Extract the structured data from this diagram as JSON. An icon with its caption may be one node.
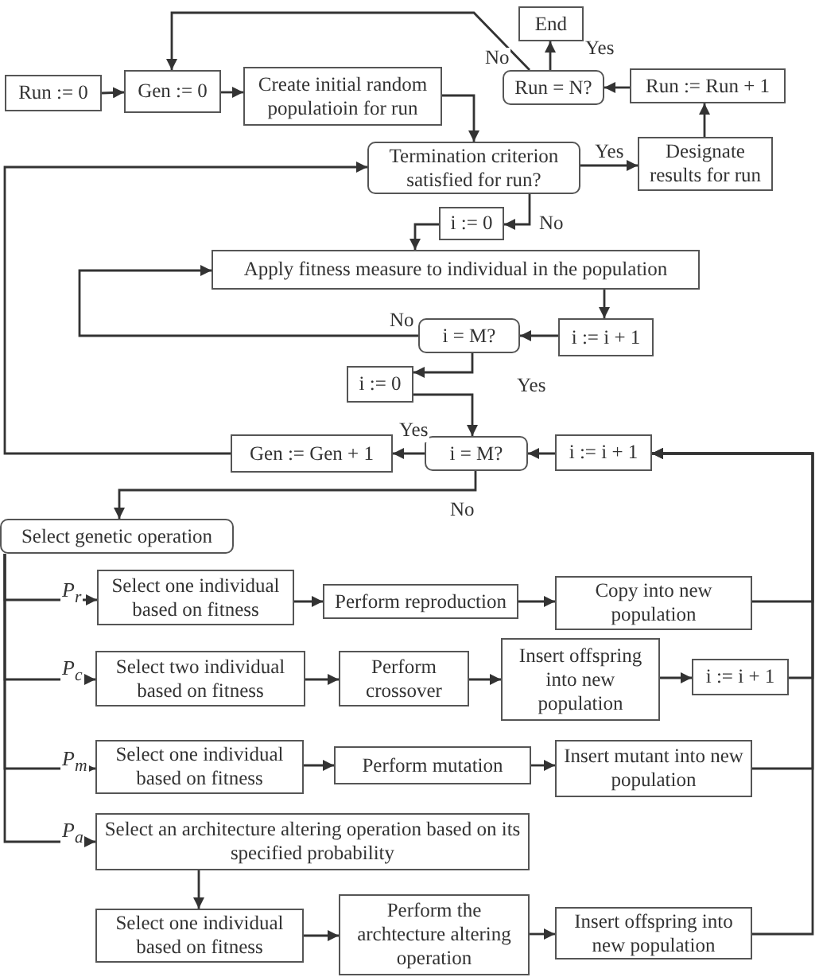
{
  "diagram": {
    "nodes": [
      {
        "text": [
          "Run := 0"
        ]
      },
      {
        "text": [
          "Gen := 0"
        ]
      },
      {
        "text": [
          "Create initial random populatioin for run"
        ]
      },
      {
        "text": [
          "End"
        ]
      },
      {
        "text": [
          "Run = N?"
        ]
      },
      {
        "text": [
          "Run := Run + 1"
        ]
      },
      {
        "text": [
          "Termination criterion satisfied for run?"
        ]
      },
      {
        "text": [
          "Designate results for run"
        ]
      },
      {
        "text": [
          "i := 0"
        ]
      },
      {
        "text": [
          "Apply fitness measure to individual in the population"
        ]
      },
      {
        "text": [
          "i = M?"
        ]
      },
      {
        "text": [
          "i := i + 1"
        ]
      },
      {
        "text": [
          "i := 0"
        ]
      },
      {
        "text": [
          "Gen := Gen + 1"
        ]
      },
      {
        "text": [
          "i = M?"
        ]
      },
      {
        "text": [
          "i := i + 1"
        ]
      },
      {
        "text": [
          "Select genetic operation"
        ]
      },
      {
        "text": [
          "Select one individual based on fitness"
        ]
      },
      {
        "text": [
          "Perform reproduction"
        ]
      },
      {
        "text": [
          "Copy into new population"
        ]
      },
      {
        "text": [
          "Select two individual based on fitness"
        ]
      },
      {
        "text": [
          "Perform crossover"
        ]
      },
      {
        "text": [
          "Insert offspring into new population"
        ]
      },
      {
        "text": [
          "i := i + 1"
        ]
      },
      {
        "text": [
          "Select one individual based on fitness"
        ]
      },
      {
        "text": [
          "Perform mutation"
        ]
      },
      {
        "text": [
          "Insert mutant into new population"
        ]
      },
      {
        "text": [
          "Select an architecture altering operation based on its specified probability"
        ]
      },
      {
        "text": [
          "Select one individual based on fitness"
        ]
      },
      {
        "text": [
          "Perform the archtecture altering operation"
        ]
      },
      {
        "text": [
          "Insert offspring into new population"
        ]
      }
    ],
    "edges": [
      {
        "from": 0,
        "to": 1,
        "arrow": "to"
      },
      {
        "from": 1,
        "to": 2,
        "arrow": "to"
      },
      {
        "from": 2,
        "to": 6,
        "arrow": "to"
      },
      {
        "from": 6,
        "to": 7,
        "arrow": "to",
        "label": "Yes"
      },
      {
        "from": 7,
        "to": 5,
        "arrow": "to"
      },
      {
        "from": 5,
        "to": 4,
        "arrow": "to"
      },
      {
        "from": 4,
        "to": 3,
        "arrow": "to",
        "label": "Yes"
      },
      {
        "from": 4,
        "to": 1,
        "arrow": "to",
        "label": "No"
      },
      {
        "from": 6,
        "to": 8,
        "arrow": "to",
        "label": "No"
      },
      {
        "from": 8,
        "to": 9,
        "arrow": "to"
      },
      {
        "from": 9,
        "to": 11,
        "arrow": "to"
      },
      {
        "from": 11,
        "to": 10,
        "arrow": "to"
      },
      {
        "from": 10,
        "to": 9,
        "arrow": "to",
        "label": "No"
      },
      {
        "from": 10,
        "to": 12,
        "arrow": "to",
        "label": "Yes"
      },
      {
        "from": 12,
        "to": 14,
        "arrow": "to"
      },
      {
        "from": 15,
        "to": 14,
        "arrow": "to"
      },
      {
        "from": 14,
        "to": 13,
        "arrow": "to",
        "label": "Yes"
      },
      {
        "from": 13,
        "to": 6,
        "arrow": "to"
      },
      {
        "from": 14,
        "to": 16,
        "arrow": "to",
        "label": "No"
      },
      {
        "from": 16,
        "to": 17,
        "arrow": "to",
        "label": "P$_{r}$"
      },
      {
        "from": 16,
        "to": 20,
        "arrow": "to",
        "label": "P$_{c}$"
      },
      {
        "from": 16,
        "to": 24,
        "arrow": "to",
        "label": "P$_{m}$"
      },
      {
        "from": 16,
        "to": 27,
        "arrow": "to",
        "label": "P$_{a}$"
      },
      {
        "from": 17,
        "to": 18,
        "arrow": "to"
      },
      {
        "from": 18,
        "to": 19,
        "arrow": "to"
      },
      {
        "from": 19,
        "to": 15,
        "arrow": "to"
      },
      {
        "from": 20,
        "to": 21,
        "arrow": "to"
      },
      {
        "from": 21,
        "to": 22,
        "arrow": "to"
      },
      {
        "from": 22,
        "to": 23,
        "arrow": "to"
      },
      {
        "from": 23,
        "to": 15,
        "arrow": "to"
      },
      {
        "from": 24,
        "to": 25,
        "arrow": "to"
      },
      {
        "from": 25,
        "to": 26,
        "arrow": "to"
      },
      {
        "from": 26,
        "to": 15,
        "arrow": "to"
      },
      {
        "from": 27,
        "to": 28,
        "arrow": "to"
      },
      {
        "from": 28,
        "to": 29,
        "arrow": "to"
      },
      {
        "from": 29,
        "to": 30,
        "arrow": "to"
      },
      {
        "from": 30,
        "to": 15,
        "arrow": "to"
      }
    ]
  }
}
